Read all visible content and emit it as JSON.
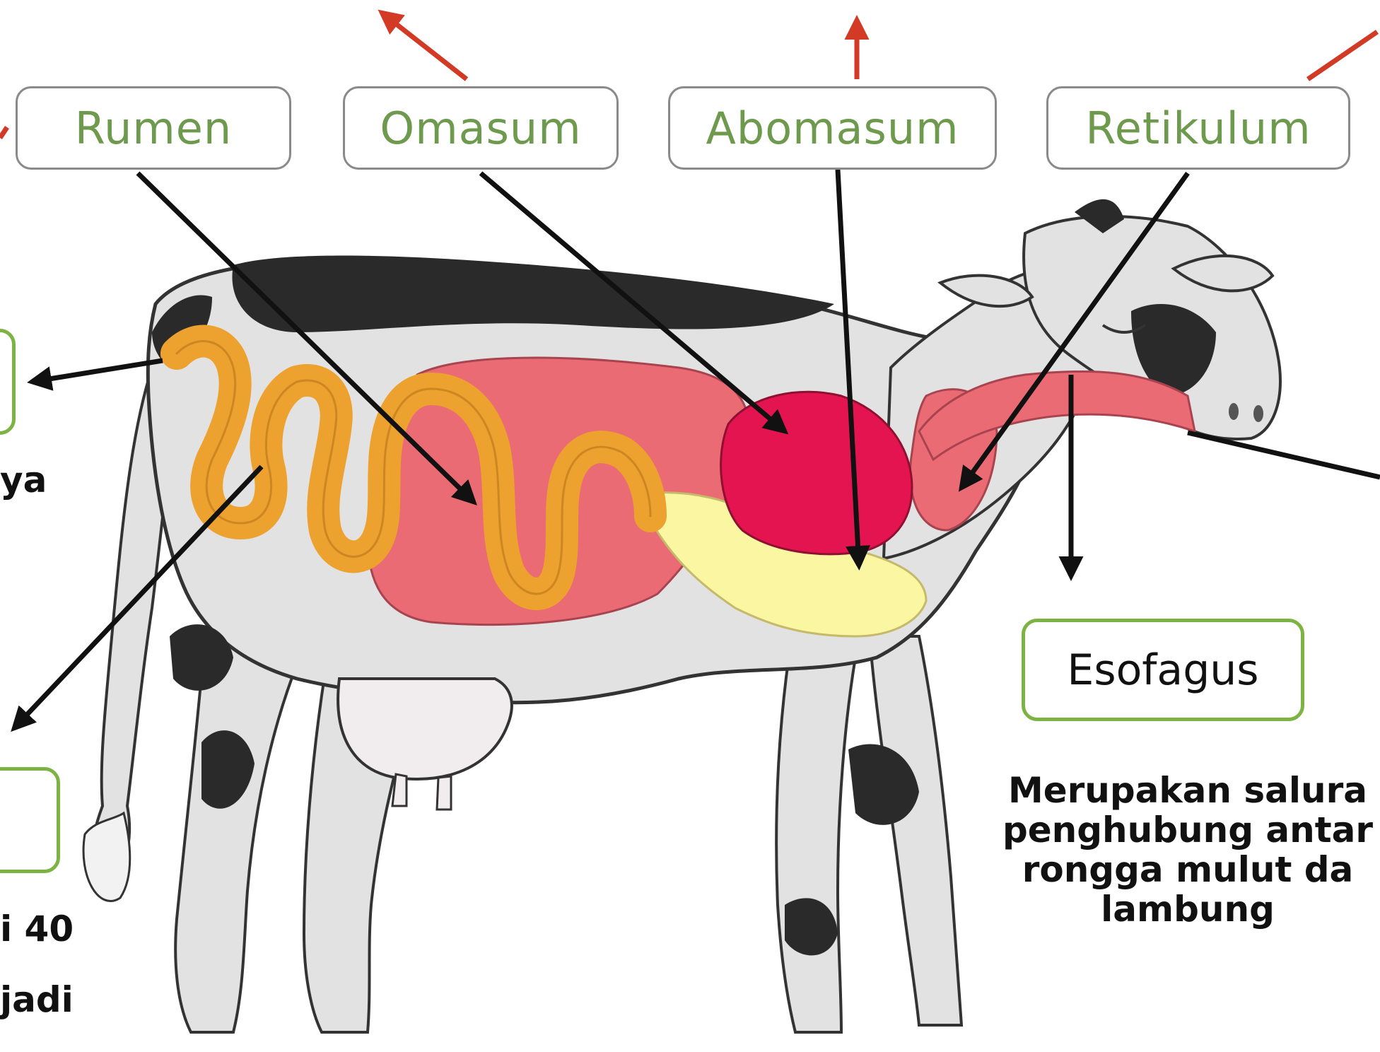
{
  "colors": {
    "arrow_black": "#111111",
    "arrow_red": "#d23a26",
    "label_text_green": "#6e9a4e",
    "label_border_grey": "#8a8a8a",
    "box_border_green": "#7cb342",
    "intestine_orange": "#eda12e",
    "rumen_pink": "#eb6b74",
    "abomasum_magenta": "#e3144f",
    "omasum_yellow": "#fbf6a2",
    "cow_body_grey": "#e2e2e2",
    "cow_spot_dark": "#2a2a2a",
    "udder_light": "#f1ecee"
  },
  "labels": {
    "rumen": "Rumen",
    "omasum": "Omasum",
    "abomasum": "Abomasum",
    "retikulum": "Retikulum",
    "esofagus": "Esofagus"
  },
  "esofagus_description": [
    "Merupakan salura",
    "penghubung antar",
    "rongga mulut da",
    "lambung"
  ],
  "clipped_text": {
    "left_top": "ya",
    "left_bottom_line1": "i 40",
    "left_bottom_line2": "jadi"
  }
}
